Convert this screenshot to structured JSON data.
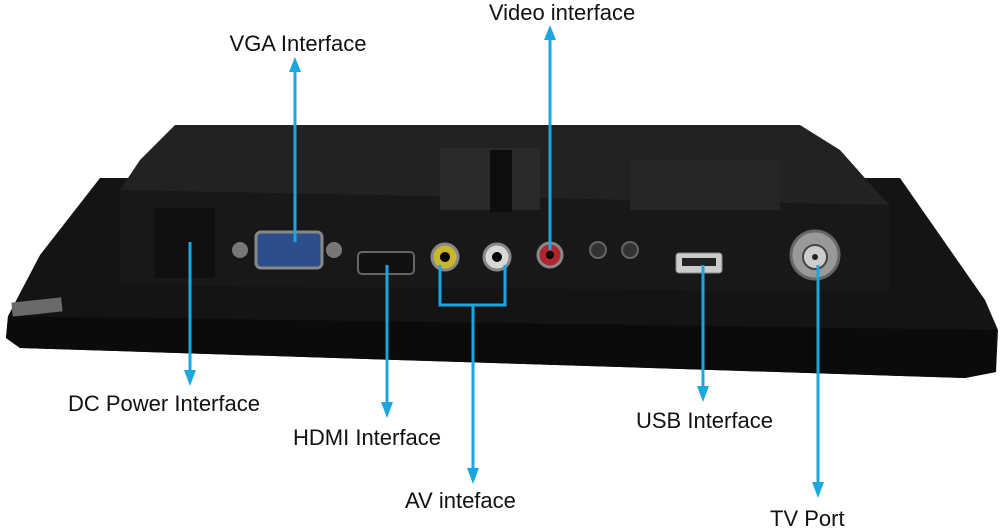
{
  "labels": {
    "video": "Video interface",
    "vga": "VGA Interface",
    "dc": "DC Power Interface",
    "hdmi": "HDMI Interface",
    "av": "AV inteface",
    "usb": "USB Interface",
    "tv": "TV Port"
  },
  "colors": {
    "callout": "#1ba6df",
    "housing": "#1c1c1c",
    "vga_port": "#2c4f8c",
    "av_yellow": "#c9b82a",
    "av_white": "#d8d8d8",
    "av_red": "#b0262c"
  }
}
